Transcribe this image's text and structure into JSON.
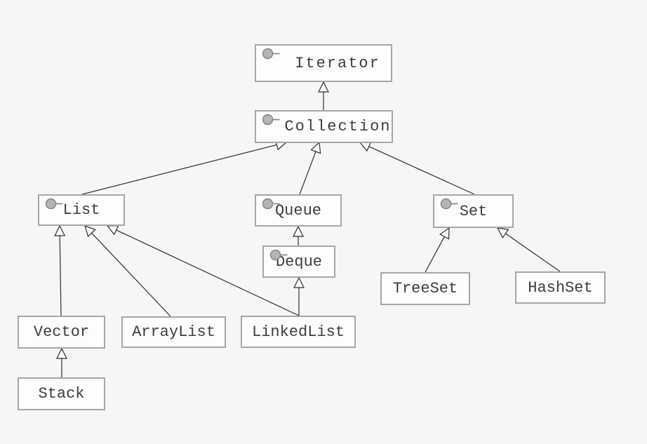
{
  "diagram": {
    "type": "uml-class-diagram",
    "nodes": [
      {
        "id": "iterator",
        "label": "Iterator",
        "kind": "interface",
        "icon": "interface-lollipop-icon"
      },
      {
        "id": "collection",
        "label": "Collection",
        "kind": "interface",
        "icon": "interface-lollipop-icon"
      },
      {
        "id": "list",
        "label": "List",
        "kind": "interface",
        "icon": "interface-lollipop-icon"
      },
      {
        "id": "queue",
        "label": "Queue",
        "kind": "interface",
        "icon": "interface-lollipop-icon"
      },
      {
        "id": "set",
        "label": "Set",
        "kind": "interface",
        "icon": "interface-lollipop-icon"
      },
      {
        "id": "deque",
        "label": "Deque",
        "kind": "interface",
        "icon": "interface-lollipop-icon"
      },
      {
        "id": "treeset",
        "label": "TreeSet",
        "kind": "class"
      },
      {
        "id": "hashset",
        "label": "HashSet",
        "kind": "class"
      },
      {
        "id": "vector",
        "label": "Vector",
        "kind": "class"
      },
      {
        "id": "arraylist",
        "label": "ArrayList",
        "kind": "class"
      },
      {
        "id": "linkedlist",
        "label": "LinkedList",
        "kind": "class"
      },
      {
        "id": "stack",
        "label": "Stack",
        "kind": "class"
      }
    ],
    "edges": [
      {
        "from": "collection",
        "to": "iterator",
        "relation": "inheritance"
      },
      {
        "from": "list",
        "to": "collection",
        "relation": "inheritance"
      },
      {
        "from": "queue",
        "to": "collection",
        "relation": "inheritance"
      },
      {
        "from": "set",
        "to": "collection",
        "relation": "inheritance"
      },
      {
        "from": "deque",
        "to": "queue",
        "relation": "inheritance"
      },
      {
        "from": "vector",
        "to": "list",
        "relation": "inheritance"
      },
      {
        "from": "arraylist",
        "to": "list",
        "relation": "inheritance"
      },
      {
        "from": "linkedlist",
        "to": "list",
        "relation": "inheritance"
      },
      {
        "from": "linkedlist",
        "to": "deque",
        "relation": "inheritance"
      },
      {
        "from": "treeset",
        "to": "set",
        "relation": "inheritance"
      },
      {
        "from": "hashset",
        "to": "set",
        "relation": "inheritance"
      },
      {
        "from": "stack",
        "to": "vector",
        "relation": "inheritance"
      }
    ],
    "colors": {
      "background": "#f6f6f6",
      "node_fill": "#fdfdfd",
      "node_border": "#a6a6a6",
      "text": "#3d3d3d",
      "line": "#2e2e2e",
      "arrowhead_fill": "#f9f9f9",
      "icon_fill": "#b4b4b4",
      "icon_stroke": "#848484"
    }
  }
}
